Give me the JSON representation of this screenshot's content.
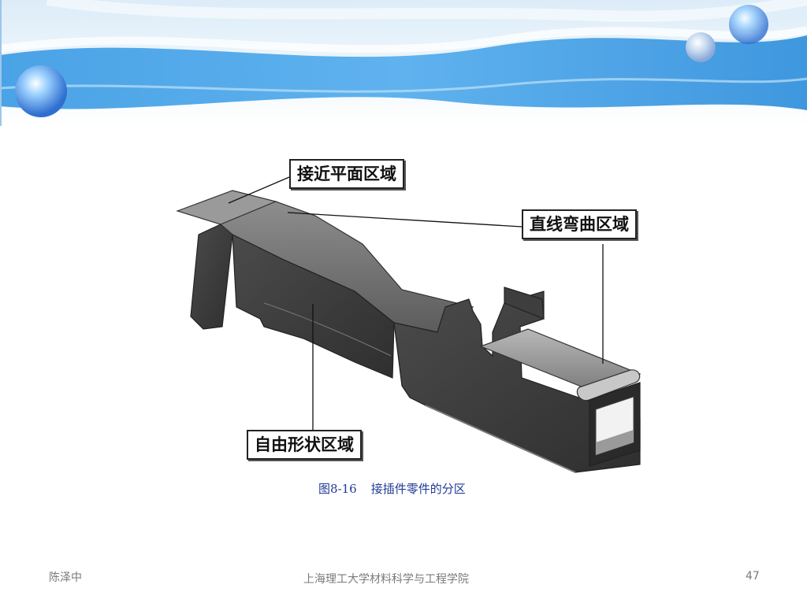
{
  "figure": {
    "callouts": {
      "flat": "接近平面区域",
      "bend": "直线弯曲区域",
      "free": "自由形状区域"
    },
    "caption": {
      "number": "图8-16",
      "title": "接插件零件的分区"
    }
  },
  "footer": {
    "author": "陈泽中",
    "institution": "上海理工大学材料科学与工程学院",
    "page_number": "47"
  },
  "colors": {
    "header_blue": "#4a9ee0",
    "caption_blue": "#1f3a99",
    "part_gray": "#5a5a5a"
  }
}
